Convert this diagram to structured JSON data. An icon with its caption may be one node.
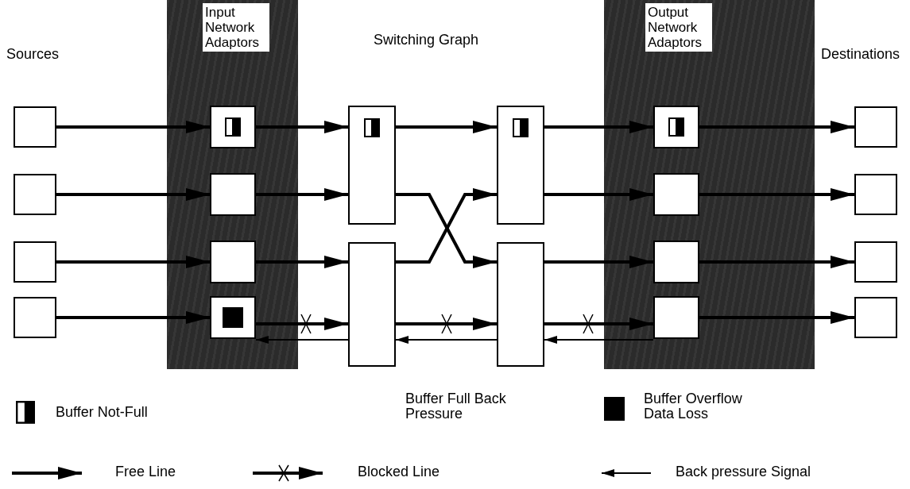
{
  "diagram": {
    "nodes": [
      {
        "text": [
          "Input Network Adaptors"
        ]
      },
      {
        "text": [],
        "shape": "box",
        "in": 0
      },
      {
        "text": [],
        "shape": "box",
        "in": 0
      },
      {
        "text": [],
        "shape": "box",
        "in": 0
      },
      {
        "text": [],
        "shape": "box",
        "in": 0
      },
      {
        "text": [
          "Output Network Adaptors"
        ]
      },
      {
        "text": [],
        "shape": "box",
        "in": 5
      },
      {
        "text": [],
        "shape": "box",
        "in": 5
      },
      {
        "text": [],
        "shape": "box",
        "in": 5
      },
      {
        "text": [],
        "shape": "box",
        "in": 5
      },
      {
        "text": [],
        "shape": "box"
      },
      {
        "text": [],
        "shape": "box"
      },
      {
        "text": [],
        "shape": "box"
      },
      {
        "text": [],
        "shape": "box"
      },
      {
        "text": [],
        "shape": "box"
      },
      {
        "text": [],
        "shape": "box"
      },
      {
        "text": [],
        "shape": "box"
      },
      {
        "text": [],
        "shape": "box"
      },
      {
        "text": [],
        "shape": "box"
      },
      {
        "text": [],
        "shape": "box"
      },
      {
        "text": [],
        "shape": "box"
      },
      {
        "text": [],
        "shape": "box"
      }
    ],
    "edges": [
      {
        "from": 10,
        "to": 1,
        "arrow": "to"
      },
      {
        "from": 11,
        "to": 2,
        "arrow": "to"
      },
      {
        "from": 12,
        "to": 3,
        "arrow": "to"
      },
      {
        "from": 13,
        "to": 4,
        "arrow": "to"
      },
      {
        "from": 1,
        "to": 14,
        "arrow": "to"
      },
      {
        "from": 2,
        "to": 14,
        "arrow": "to"
      },
      {
        "from": 3,
        "to": 15,
        "arrow": "to"
      },
      {
        "from": 4,
        "to": 15,
        "arrow": "to"
      },
      {
        "from": 15,
        "to": 4,
        "arrow": "to"
      },
      {
        "from": 14,
        "to": 16,
        "arrow": "to"
      },
      {
        "from": 14,
        "to": 17,
        "arrow": "to"
      },
      {
        "from": 15,
        "to": 16,
        "arrow": "to"
      },
      {
        "from": 15,
        "to": 17,
        "arrow": "to"
      },
      {
        "from": 17,
        "to": 15,
        "arrow": "to"
      },
      {
        "from": 16,
        "to": 6,
        "arrow": "to"
      },
      {
        "from": 16,
        "to": 7,
        "arrow": "to"
      },
      {
        "from": 17,
        "to": 8,
        "arrow": "to"
      },
      {
        "from": 17,
        "to": 9,
        "arrow": "to"
      },
      {
        "from": 9,
        "to": 17,
        "arrow": "to"
      },
      {
        "from": 6,
        "to": 18,
        "arrow": "to"
      },
      {
        "from": 7,
        "to": 19,
        "arrow": "to"
      },
      {
        "from": 8,
        "to": 20,
        "arrow": "to"
      },
      {
        "from": 9,
        "to": 21,
        "arrow": "to"
      }
    ],
    "labels": [
      "Sources",
      "Switching Graph",
      "Destinations"
    ],
    "legend": [
      {
        "text": "Buffer Not-Full"
      },
      {
        "text": "Buffer Full Back Pressure"
      },
      {
        "text": "Buffer Overflow Data Loss",
        "color": "#000000"
      },
      {
        "text": "Free Line"
      },
      {
        "text": "Blocked Line"
      },
      {
        "text": "Back pressure Signal"
      }
    ]
  }
}
